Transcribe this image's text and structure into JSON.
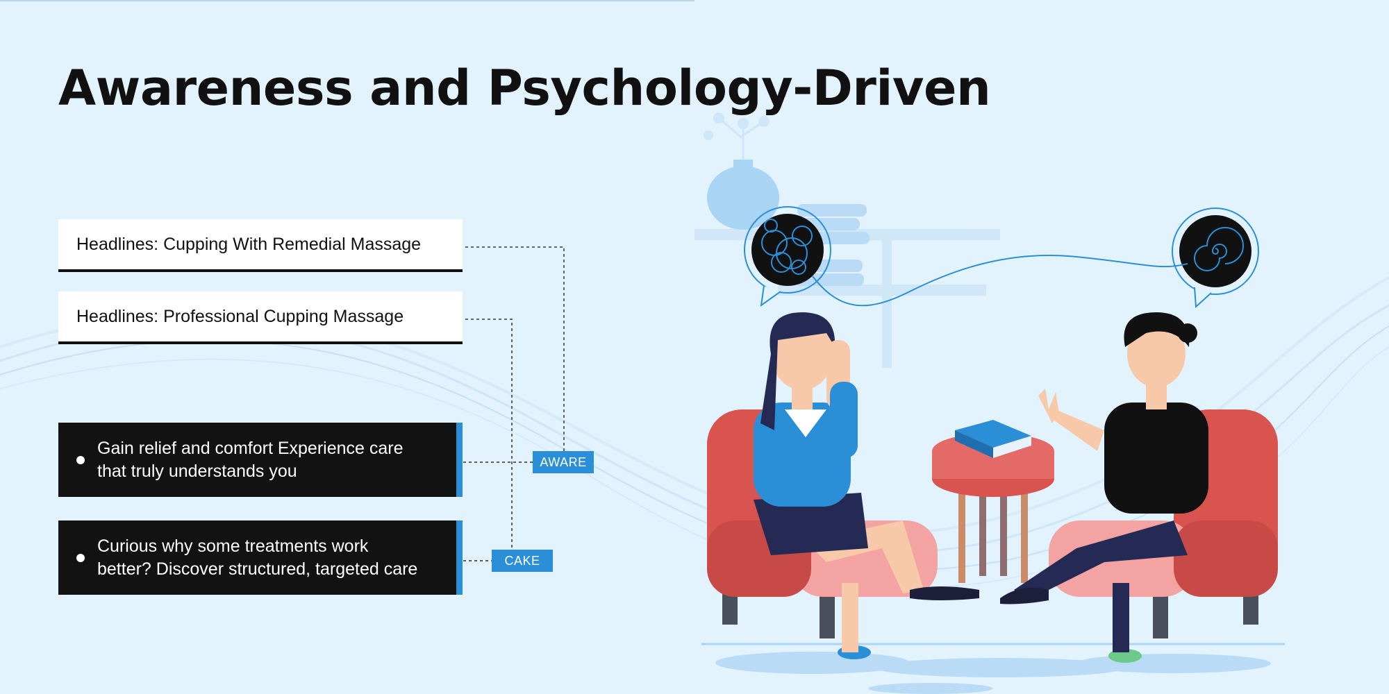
{
  "title": "Awareness and Psychology-Driven",
  "headlines": [
    {
      "text": "Headlines: Cupping With Remedial Massage"
    },
    {
      "text": "Headlines: Professional Cupping Massage"
    }
  ],
  "bullets": [
    {
      "lines": [
        "Gain relief and comfort  Experience care",
        "that truly understands you"
      ]
    },
    {
      "lines": [
        "Curious why some treatments work",
        "better? Discover structured, targeted care"
      ]
    }
  ],
  "tags": {
    "aware": "AWARE",
    "cake": "CAKE"
  },
  "colors": {
    "accent": "#2a8fd6",
    "background": "#e2f3fd",
    "dark": "#121212",
    "chair": "#e05a5a"
  },
  "icons": [
    "thought-bubble-icon",
    "tangled-thought-icon",
    "spiral-thought-icon",
    "vase-icon",
    "book-icon"
  ]
}
